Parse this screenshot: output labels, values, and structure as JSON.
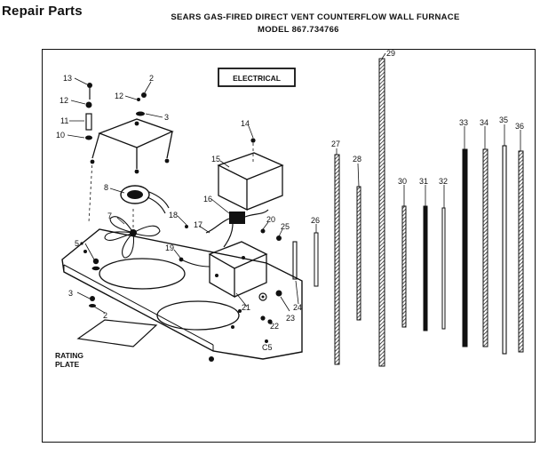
{
  "header": {
    "left_title": "Repair Parts",
    "title": "SEARS GAS-FIRED DIRECT VENT COUNTERFLOW WALL FURNACE",
    "model": "MODEL 867.734766"
  },
  "diagram": {
    "section_label": "ELECTRICAL",
    "rating_plate_line1": "RATING",
    "rating_plate_line2": "PLATE",
    "corner_mark": "C5",
    "callouts": {
      "c2a": "2",
      "c2b": "2",
      "c3a": "3",
      "c3b": "3",
      "c5": "5",
      "c7": "7",
      "c8": "8",
      "c10": "10",
      "c11": "11",
      "c12a": "12",
      "c12b": "12",
      "c13": "13",
      "c14": "14",
      "c15": "15",
      "c16": "16",
      "c17": "17",
      "c18": "18",
      "c19": "19",
      "c20": "20",
      "c21": "21",
      "c22": "22",
      "c23": "23",
      "c24": "24",
      "c25": "25",
      "c26": "26",
      "c27": "27",
      "c28": "28",
      "c29": "29",
      "c30": "30",
      "c31": "31",
      "c32": "32",
      "c33": "33",
      "c34": "34",
      "c35": "35",
      "c36": "36"
    }
  }
}
